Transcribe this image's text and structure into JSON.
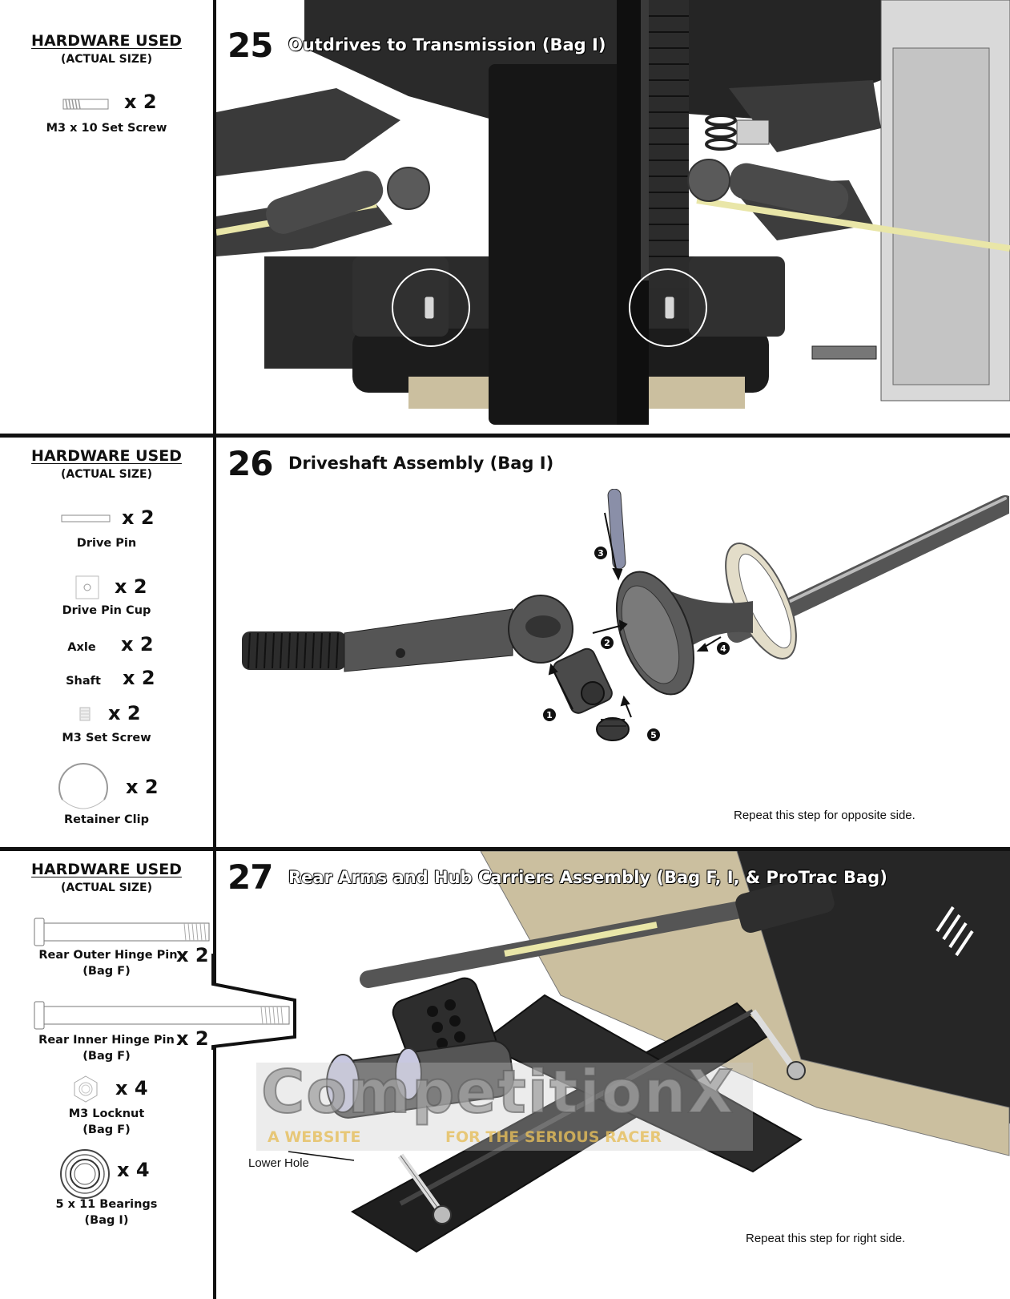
{
  "hardware_header": {
    "title": "HARDWARE USED",
    "subtitle": "(ACTUAL SIZE)"
  },
  "steps": [
    {
      "number": "25",
      "title": "Outdrives to Transmission (Bag I)",
      "hardware": [
        {
          "label": "M3 x 10 Set Screw",
          "qty": "x 2",
          "icon": "set-screw-icon"
        }
      ]
    },
    {
      "number": "26",
      "title": "Driveshaft Assembly (Bag I)",
      "note": "Repeat this step for opposite side.",
      "callouts": [
        "1",
        "2",
        "3",
        "4",
        "5"
      ],
      "hardware": [
        {
          "label": "Drive Pin",
          "qty": "x 2",
          "icon": "drive-pin-icon"
        },
        {
          "label": "Drive Pin Cup",
          "qty": "x 2",
          "icon": "drive-pin-cup-icon"
        },
        {
          "label": "Axle",
          "qty": "x 2"
        },
        {
          "label": "Shaft",
          "qty": "x 2"
        },
        {
          "label": "M3 Set Screw",
          "qty": "x 2",
          "icon": "set-screw-icon"
        },
        {
          "label": "Retainer Clip",
          "qty": "x 2",
          "icon": "retainer-clip-icon"
        }
      ]
    },
    {
      "number": "27",
      "title": "Rear Arms and Hub Carriers Assembly (Bag F, I, & ProTrac Bag)",
      "note": "Repeat this step for right side.",
      "annotation": "Lower Hole",
      "hardware": [
        {
          "label": "Rear Outer Hinge Pin",
          "sublabel": "(Bag F)",
          "qty": "x 2",
          "icon": "hinge-pin-icon"
        },
        {
          "label": "Rear Inner Hinge Pin",
          "sublabel": "(Bag F)",
          "qty": "x 2",
          "icon": "hinge-pin-icon"
        },
        {
          "label": "M3 Locknut",
          "sublabel": "(Bag F)",
          "qty": "x 4",
          "icon": "locknut-icon"
        },
        {
          "label": "5 x 11 Bearings",
          "sublabel": "(Bag I)",
          "qty": "x 4",
          "icon": "bearing-icon"
        }
      ]
    }
  ],
  "watermark": {
    "brand": "CompetitionX",
    "tagline_left": "A WEBSITE",
    "tagline_right": "FOR THE SERIOUS RACER"
  },
  "colors": {
    "rule": "#111111",
    "render_dark": "#1e1e1e",
    "render_mid": "#3a3a3a",
    "accent_yellow": "#e9e6a8",
    "tan": "#cbbf9f"
  }
}
